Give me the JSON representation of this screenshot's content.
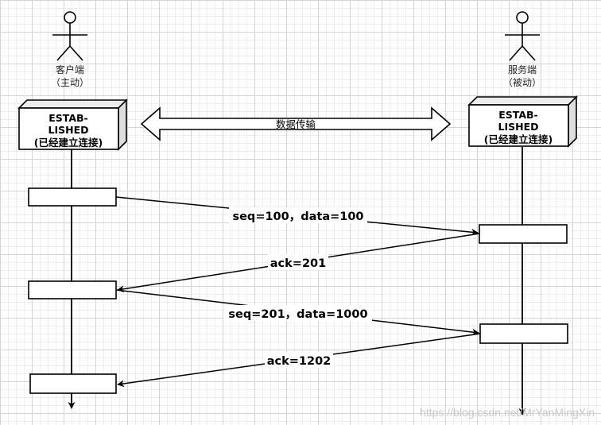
{
  "client": {
    "name": "客户端",
    "role": "（主动）"
  },
  "server": {
    "name": "服务端",
    "role": "（被动）"
  },
  "state_box": {
    "line1": "ESTAB-",
    "line2": "LISHED",
    "line3": "(已经建立连接)"
  },
  "transfer_label": "数据传输",
  "messages": [
    {
      "label": "seq=100，data=100"
    },
    {
      "label": "ack=201"
    },
    {
      "label": "seq=201，data=1000"
    },
    {
      "label": "ack=1202"
    }
  ],
  "watermark": "https://blog.csdn.net/MrYanMingXin",
  "colors": {
    "line": "#000000",
    "grid": "#d4d4d4",
    "watermark": "#c9c9c9"
  }
}
